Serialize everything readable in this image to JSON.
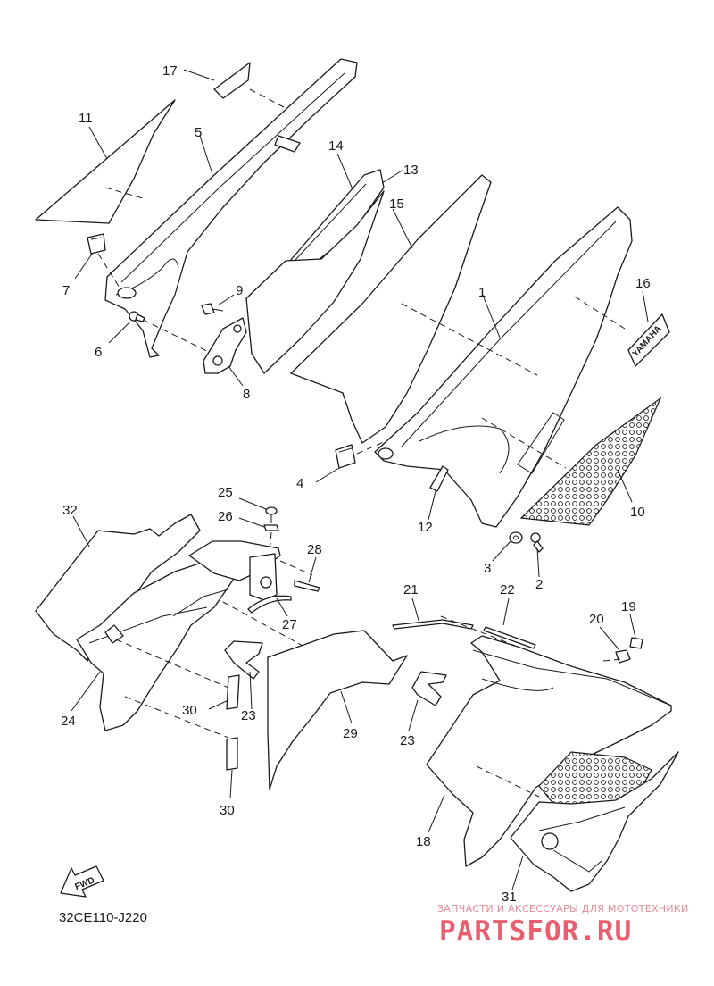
{
  "diagram": {
    "code": "32CE110-J220",
    "fwd_label": "FWD",
    "decal_text": "YAMAHA",
    "callouts": [
      "1",
      "2",
      "3",
      "4",
      "5",
      "6",
      "7",
      "8",
      "9",
      "10",
      "11",
      "12",
      "13",
      "14",
      "15",
      "16",
      "17",
      "18",
      "19",
      "20",
      "21",
      "22",
      "23",
      "23",
      "24",
      "25",
      "26",
      "27",
      "28",
      "29",
      "30",
      "30",
      "31",
      "32"
    ]
  },
  "watermark": {
    "line1": "ЗАПЧАСТИ И АКСЕССУАРЫ ДЛЯ МОТОТЕХНИКИ",
    "brand": "PARTSFOR.RU",
    "color": "#e8606f"
  }
}
